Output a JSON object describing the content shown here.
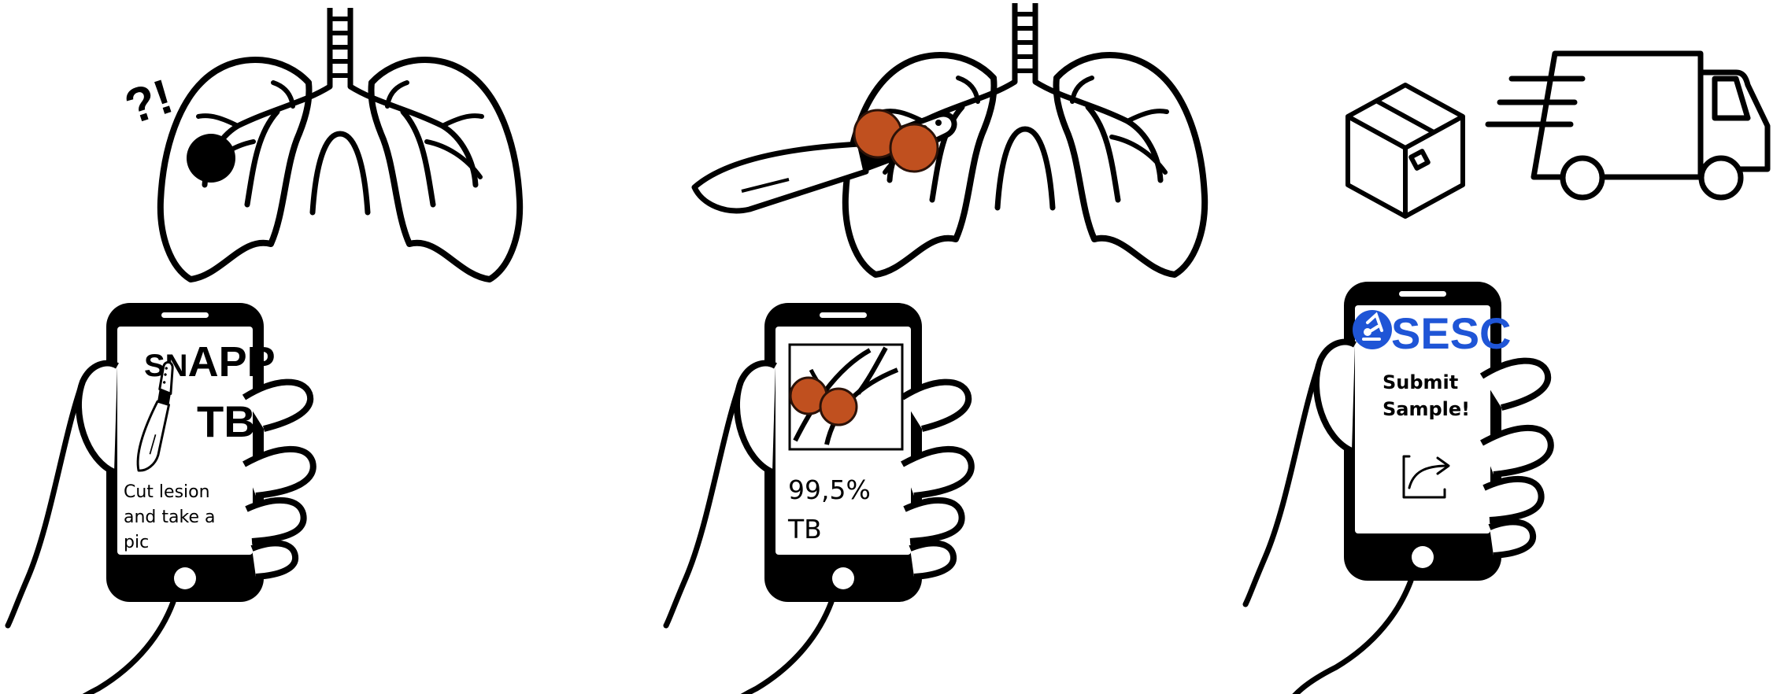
{
  "colors": {
    "ink": "#000000",
    "lesion": "#c0501f",
    "lesion_outline": "#2b1208",
    "brand_blue": "#1f55d6",
    "background": "#ffffff"
  },
  "panel1": {
    "marker": "?!",
    "app_title_line1_small": "SN",
    "app_title_line1_big": "APP",
    "app_title_line2": "TB",
    "instruction_lines": [
      "Cut lesion",
      "and take a",
      "pic"
    ],
    "icons": [
      "lungs-icon",
      "lesion-dot-icon",
      "knife-icon",
      "hand-holding-phone-icon"
    ]
  },
  "panel2": {
    "result_value": "99,5%",
    "result_label": "TB",
    "icons": [
      "knife-icon",
      "lungs-icon",
      "lesion-icon",
      "lesion-photo-icon",
      "hand-holding-phone-icon"
    ]
  },
  "panel3": {
    "logo_text": "SESC",
    "submit_lines": [
      "Submit",
      "Sample!"
    ],
    "icons": [
      "box-icon",
      "delivery-truck-icon",
      "microscope-logo-icon",
      "share-icon",
      "hand-holding-phone-icon"
    ]
  }
}
